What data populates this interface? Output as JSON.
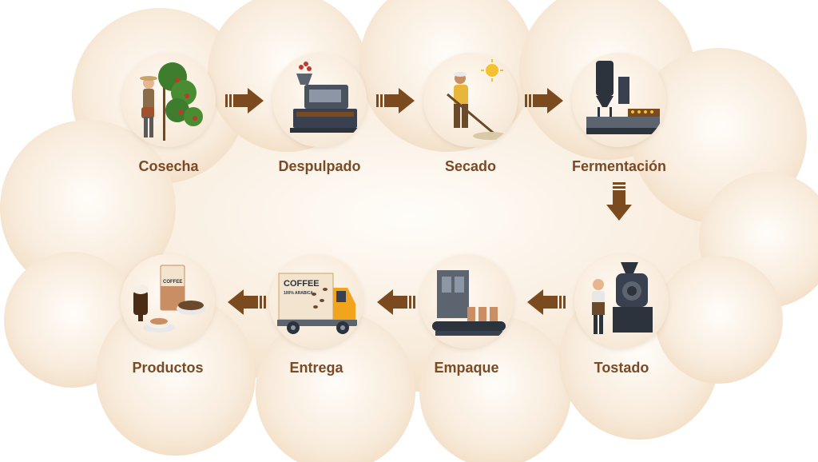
{
  "colors": {
    "label": "#7a4a24",
    "arrow": "#7b4a1f",
    "cloud": "#f6e6d2"
  },
  "steps": [
    {
      "label": "Cosecha",
      "icon": "harvest-icon"
    },
    {
      "label": "Despulpado",
      "icon": "pulping-machine-icon"
    },
    {
      "label": "Secado",
      "icon": "drying-icon"
    },
    {
      "label": "Fermentación",
      "icon": "fermentation-tank-icon"
    },
    {
      "label": "Tostado",
      "icon": "roaster-icon"
    },
    {
      "label": "Empaque",
      "icon": "packaging-line-icon"
    },
    {
      "label": "Entrega",
      "icon": "delivery-truck-icon"
    },
    {
      "label": "Productos",
      "icon": "coffee-products-icon"
    }
  ],
  "truck": {
    "brand": "COFFEE",
    "subbrand": "100% ARABICA"
  },
  "bag": {
    "brand": "COFFEE"
  }
}
